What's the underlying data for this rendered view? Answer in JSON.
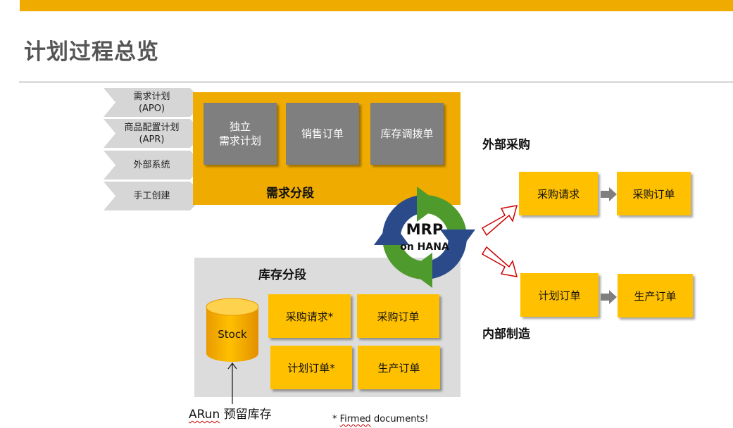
{
  "page": {
    "title": "计划过程总览"
  },
  "sources": [
    {
      "line1": "需求计划",
      "line2": "(APO)"
    },
    {
      "line1": "商品配置计划",
      "line2": "(APR)"
    },
    {
      "line1": "外部系统",
      "line2": ""
    },
    {
      "line1": "手工创建",
      "line2": ""
    }
  ],
  "demand": {
    "boxes": [
      "独立\n需求计划",
      "销售订单",
      "库存调拨单"
    ],
    "label": "需求分段"
  },
  "stock": {
    "label": "库存分段",
    "cylinder": "Stock",
    "boxes": [
      "采购请求*",
      "采购订单",
      "计划订单*",
      "生产订单"
    ],
    "reservation_prefix": "ARun",
    "reservation_suffix": " 预留库存",
    "footnote_prefix": "* ",
    "footnote_word": "Firmed",
    "footnote_rest": " documents!"
  },
  "mrp": {
    "line1": "MRP",
    "line2": "on HANA"
  },
  "external": {
    "label": "外部采购",
    "from": "采购请求",
    "to": "采购订单"
  },
  "internal": {
    "label": "内部制造",
    "from": "计划订单",
    "to": "生产订单"
  },
  "colors": {
    "brand": "#f0ab00",
    "yellow": "#ffc000",
    "gray_box": "#7f7f7f",
    "light_gray": "#dcdcdc",
    "cycle_green": "#4e9a2c",
    "cycle_blue": "#2a4a8a",
    "arrow_red": "#cc0000"
  }
}
